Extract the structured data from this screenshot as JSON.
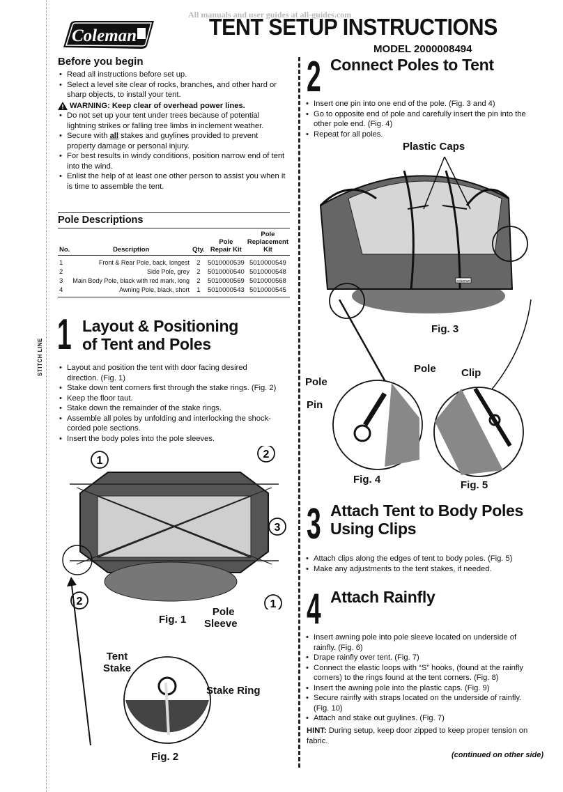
{
  "header": {
    "watermark": "All manuals and user guides at all-guides.com",
    "brand": "Coleman",
    "title": "TENT SETUP INSTRUCTIONS",
    "model": "MODEL 2000008494"
  },
  "stitch_line": "STITCH LINE",
  "before": {
    "heading": "Before you begin",
    "items1": [
      "Read all instructions before set up.",
      "Select a level site clear of rocks, branches, and other hard or sharp objects, to install your tent."
    ],
    "warning": "WARNING: Keep clear of overhead power lines.",
    "item3": "Do not set up your tent under trees because of potential lightning strikes or falling tree limbs in inclement weather.",
    "item4_pre": "Secure with ",
    "item4_em": "all",
    "item4_post": " stakes and guylines provided to prevent property damage or personal injury.",
    "items2": [
      "For best results in windy conditions, position narrow end of tent into the wind.",
      "Enlist the help of at least one other person to assist you when it is time to assemble the tent."
    ]
  },
  "poles": {
    "heading": "Pole Descriptions",
    "headers": [
      "No.",
      "Description",
      "Qty.",
      "Pole Repair Kit",
      "Pole Replacement Kit"
    ],
    "h_repair1": "Pole",
    "h_repair2": "Repair Kit",
    "h_repl1": "Pole",
    "h_repl2": "Replacement Kit",
    "rows": [
      [
        "1",
        "Front & Rear Pole, back, longest",
        "2",
        "5010000539",
        "5010000549"
      ],
      [
        "2",
        "Side Pole, grey",
        "2",
        "5010000540",
        "5010000548"
      ],
      [
        "3",
        "Main Body Pole, black with red mark, long",
        "2",
        "5010000569",
        "5010000568"
      ],
      [
        "4",
        "Awning Pole, black, short",
        "1",
        "5010000543",
        "5010000545"
      ]
    ]
  },
  "step1": {
    "num": "1",
    "line1": "Layout & Positioning",
    "line2": "of Tent and Poles",
    "items": [
      "Layout and position the tent with door facing desired direction. (Fig. 1)",
      "Stake down tent corners first through the stake rings. (Fig. 2)",
      "Keep the floor taut.",
      "Stake down the remainder of the stake rings.",
      "Assemble all poles by unfolding and interlocking the shock-corded pole sections.",
      "Insert the body poles into the pole sleeves."
    ]
  },
  "fig1": {
    "label": "Fig. 1",
    "c1": "1",
    "c2": "2",
    "c3": "3",
    "pole": "Pole",
    "sleeve": "Sleeve"
  },
  "fig2": {
    "label": "Fig. 2",
    "tent": "Tent",
    "stake": "Stake",
    "ring": "Stake Ring"
  },
  "step2": {
    "num": "2",
    "heading": "Connect Poles to Tent",
    "items": [
      "Insert one pin into one end of the pole. (Fig. 3 and 4)",
      "Go to opposite end of pole and carefully insert the pin into the other pole end. (Fig. 4)",
      "Repeat for all poles."
    ]
  },
  "fig3": {
    "label": "Fig. 3",
    "caps": "Plastic Caps",
    "brand": "coleman"
  },
  "fig4": {
    "label": "Fig. 4",
    "pole": "Pole",
    "pin": "Pin"
  },
  "fig5": {
    "label": "Fig. 5",
    "pole": "Pole",
    "clip": "Clip"
  },
  "step3": {
    "num": "3",
    "line1": "Attach Tent to Body Poles",
    "line2": "Using Clips",
    "items": [
      "Attach clips along the edges of tent to body poles. (Fig. 5)",
      "Make any adjustments to the tent stakes, if needed."
    ]
  },
  "step4": {
    "num": "4",
    "heading": "Attach Rainfly",
    "items": [
      "Insert awning pole into pole sleeve located on underside of rainfly. (Fig. 6)",
      "Drape rainfly over tent. (Fig. 7)",
      "Connect the elastic loops with “S” hooks, (found at the rainfly corners) to the rings found at the tent corners. (Fig. 8)",
      "Insert the awning pole into the plastic caps. (Fig. 9)",
      "Secure rainfly with straps located on the underside of rainfly. (Fig. 10)",
      "Attach and stake out guylines. (Fig. 7)"
    ],
    "hint_label": "HINT:",
    "hint": " During setup, keep door zipped to keep proper tension on fabric."
  },
  "continued": "(continued on other side)"
}
